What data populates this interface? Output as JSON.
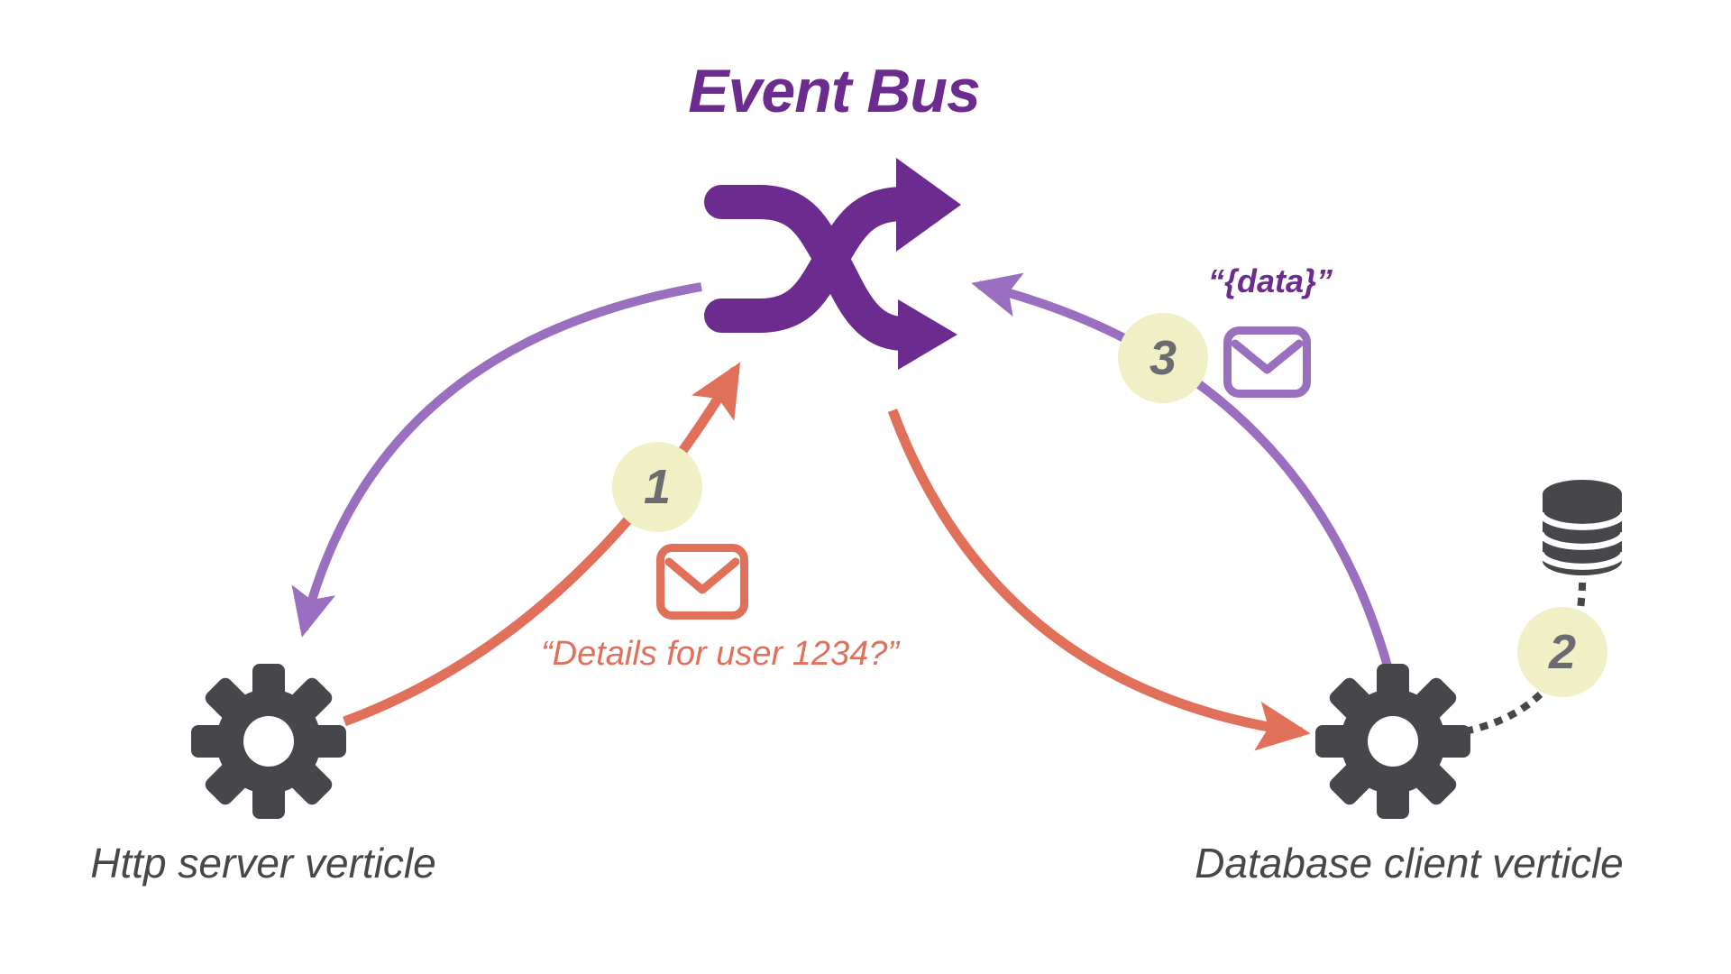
{
  "title": "Event Bus",
  "nodes": {
    "event_bus": {
      "label": "Event Bus",
      "icon": "shuffle-icon",
      "color": "#6C2B8E"
    },
    "http_server": {
      "label": "Http server verticle",
      "icon": "gear-icon",
      "color": "#47474B"
    },
    "database_client": {
      "label": "Database client verticle",
      "icon": "gear-icon",
      "color": "#47474B"
    },
    "database": {
      "icon": "database-cylinder-icon",
      "color": "#47474B"
    }
  },
  "messages": {
    "request_label": "“Details for user 1234?”",
    "response_label": "“{data}”",
    "request_icon": "envelope-icon",
    "response_icon": "envelope-icon"
  },
  "steps": {
    "step1": "1",
    "step2": "2",
    "step3": "3"
  },
  "edges": [
    {
      "from": "event_bus",
      "to": "http_server",
      "style": "solid",
      "color": "#9A6FC0"
    },
    {
      "from": "http_server",
      "to": "event_bus",
      "style": "solid",
      "color": "#E1705A",
      "step": "1",
      "message": "request"
    },
    {
      "from": "event_bus",
      "to": "database_client",
      "style": "solid",
      "color": "#E1705A"
    },
    {
      "from": "database_client",
      "to": "event_bus",
      "style": "solid",
      "color": "#9A6FC0",
      "step": "3",
      "message": "response"
    },
    {
      "from": "database_client",
      "to": "database",
      "style": "dotted",
      "color": "#47474B",
      "step": "2"
    }
  ],
  "colors": {
    "dark_purple": "#6C2B8E",
    "light_purple": "#9A6FC0",
    "orange": "#E1705A",
    "dark_gray": "#47474B",
    "badge_yellow": "#F1EFC5",
    "badge_number_gray": "#6B6B70"
  }
}
